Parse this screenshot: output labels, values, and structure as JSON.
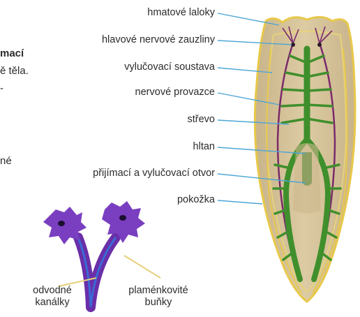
{
  "left_text": {
    "line1": "mací",
    "line2": "ě těla.",
    "line3": "-",
    "line4": "né"
  },
  "labels": [
    "hmatové laloky",
    "hlavové nervové zauzliny",
    "vylučovací soustava",
    "nervové provazce",
    "střevo",
    "hltan",
    "přijímací a vylučovací otvor",
    "pokožka"
  ],
  "inset": {
    "left_caption": [
      "odvodné",
      "kanálky"
    ],
    "right_caption": [
      "plaménkovité",
      "buňky"
    ]
  },
  "colors": {
    "leader": "#4da6d6",
    "body_fill": "#d6c39a",
    "body_edge": "#e8c84a",
    "gut": "#3f8f2c",
    "nerve": "#7a2a6a",
    "inset_cell": "#7a3fc0",
    "inset_leader": "#e6cf7a"
  }
}
